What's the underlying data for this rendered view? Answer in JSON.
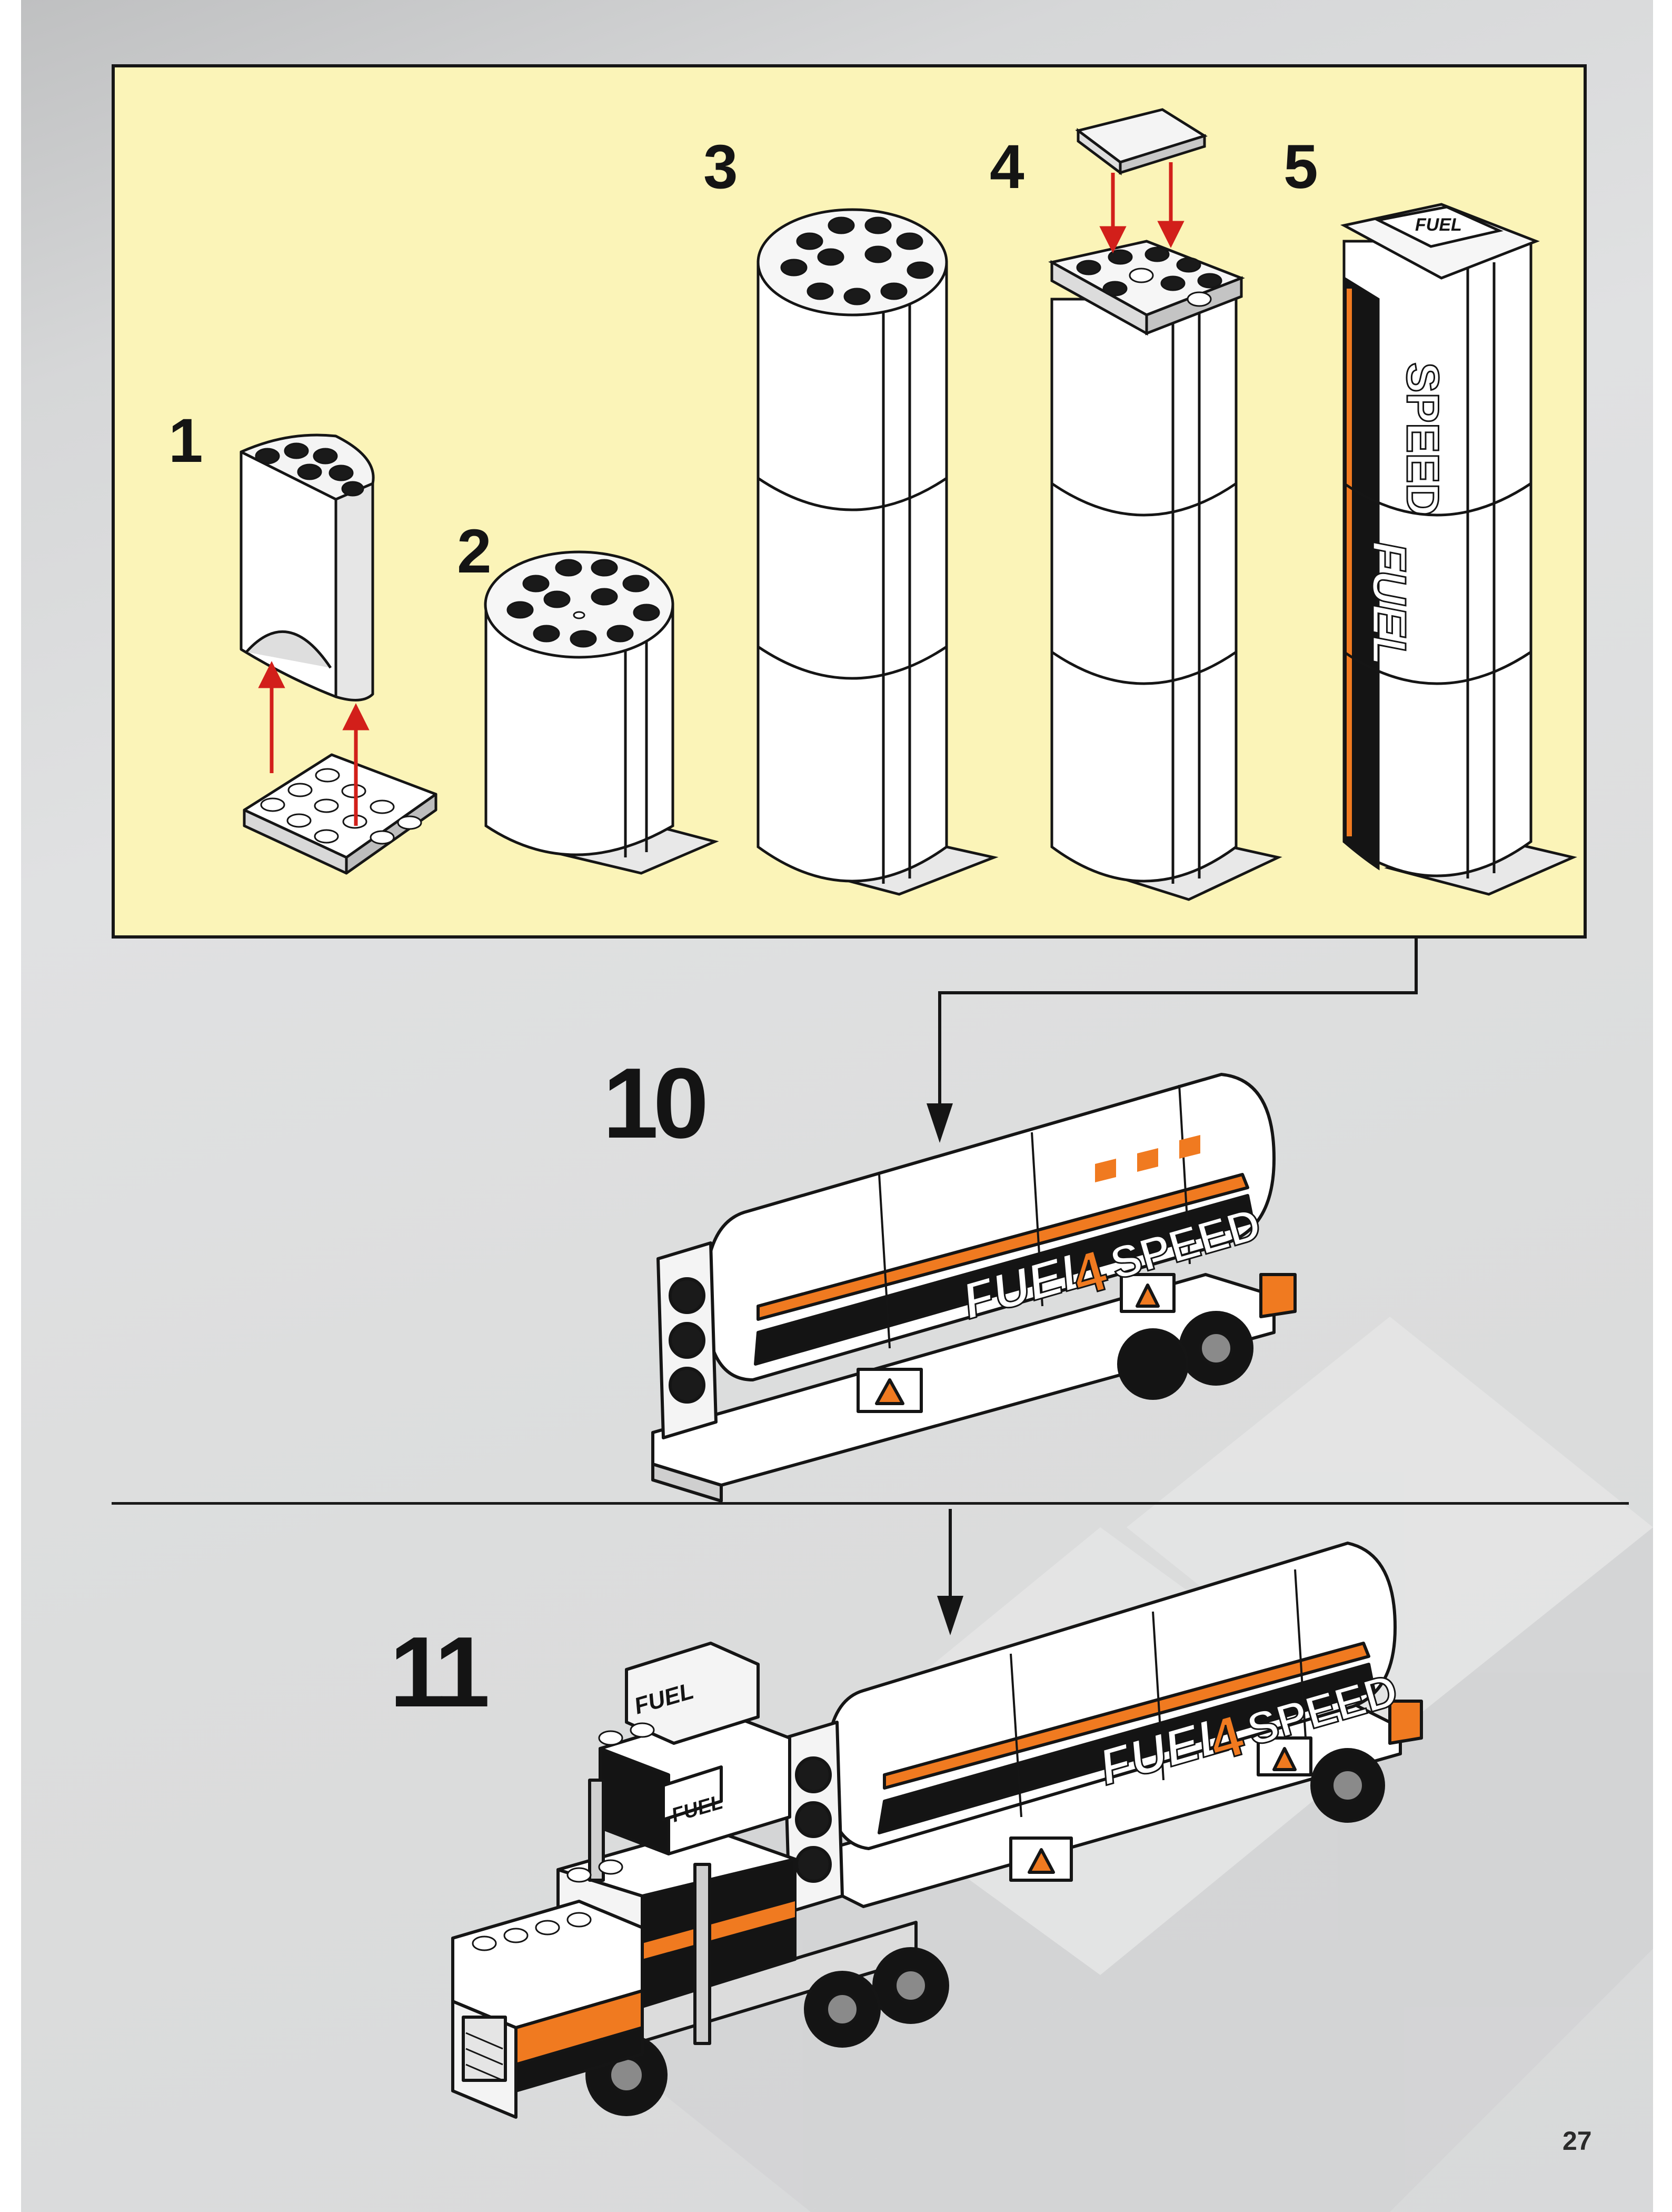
{
  "substeps": [
    {
      "number": "1"
    },
    {
      "number": "2"
    },
    {
      "number": "3"
    },
    {
      "number": "4"
    },
    {
      "number": "5"
    }
  ],
  "steps": [
    {
      "number": "10"
    },
    {
      "number": "11"
    }
  ],
  "decals": {
    "brand_left": "FUEL",
    "brand_mark": "4",
    "brand_right": "SPEED"
  },
  "page_number": "27",
  "colors": {
    "panel_background": "#fbf4b8",
    "arrow_red": "#d21f1a",
    "brick_white": "#ffffff",
    "stripe_orange": "#f07a20",
    "stripe_black": "#141414"
  }
}
